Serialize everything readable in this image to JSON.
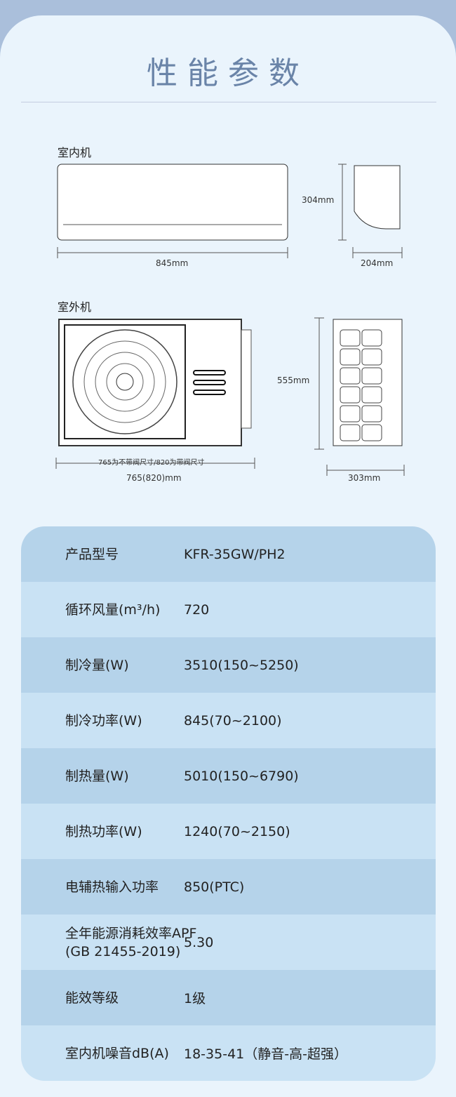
{
  "title": "性能参数",
  "indoor": {
    "label": "室内机",
    "height": "304mm",
    "width": "845mm",
    "depth": "204mm"
  },
  "outdoor": {
    "label": "室外机",
    "height": "555mm",
    "note": "765为不带阀尺寸/820为带阀尺寸",
    "width": "765(820)mm",
    "depth": "303mm"
  },
  "specs": [
    {
      "key": "产品型号",
      "value": "KFR-35GW/PH2"
    },
    {
      "key": "循环风量(m³/h)",
      "value": "720"
    },
    {
      "key": "制冷量(W)",
      "value": "3510(150~5250)"
    },
    {
      "key": "制冷功率(W)",
      "value": "845(70~2100)"
    },
    {
      "key": "制热量(W)",
      "value": "5010(150~6790)"
    },
    {
      "key": "制热功率(W)",
      "value": "1240(70~2150)"
    },
    {
      "key": "电辅热输入功率",
      "value": "850(PTC)"
    },
    {
      "key": "全年能源消耗效率APF",
      "key2": "(GB 21455-2019)",
      "value": "5.30"
    },
    {
      "key": "能效等级",
      "value": "1级"
    },
    {
      "key": "室内机噪音dB(A)",
      "value": "18-35-41（静音-高-超强）"
    }
  ]
}
